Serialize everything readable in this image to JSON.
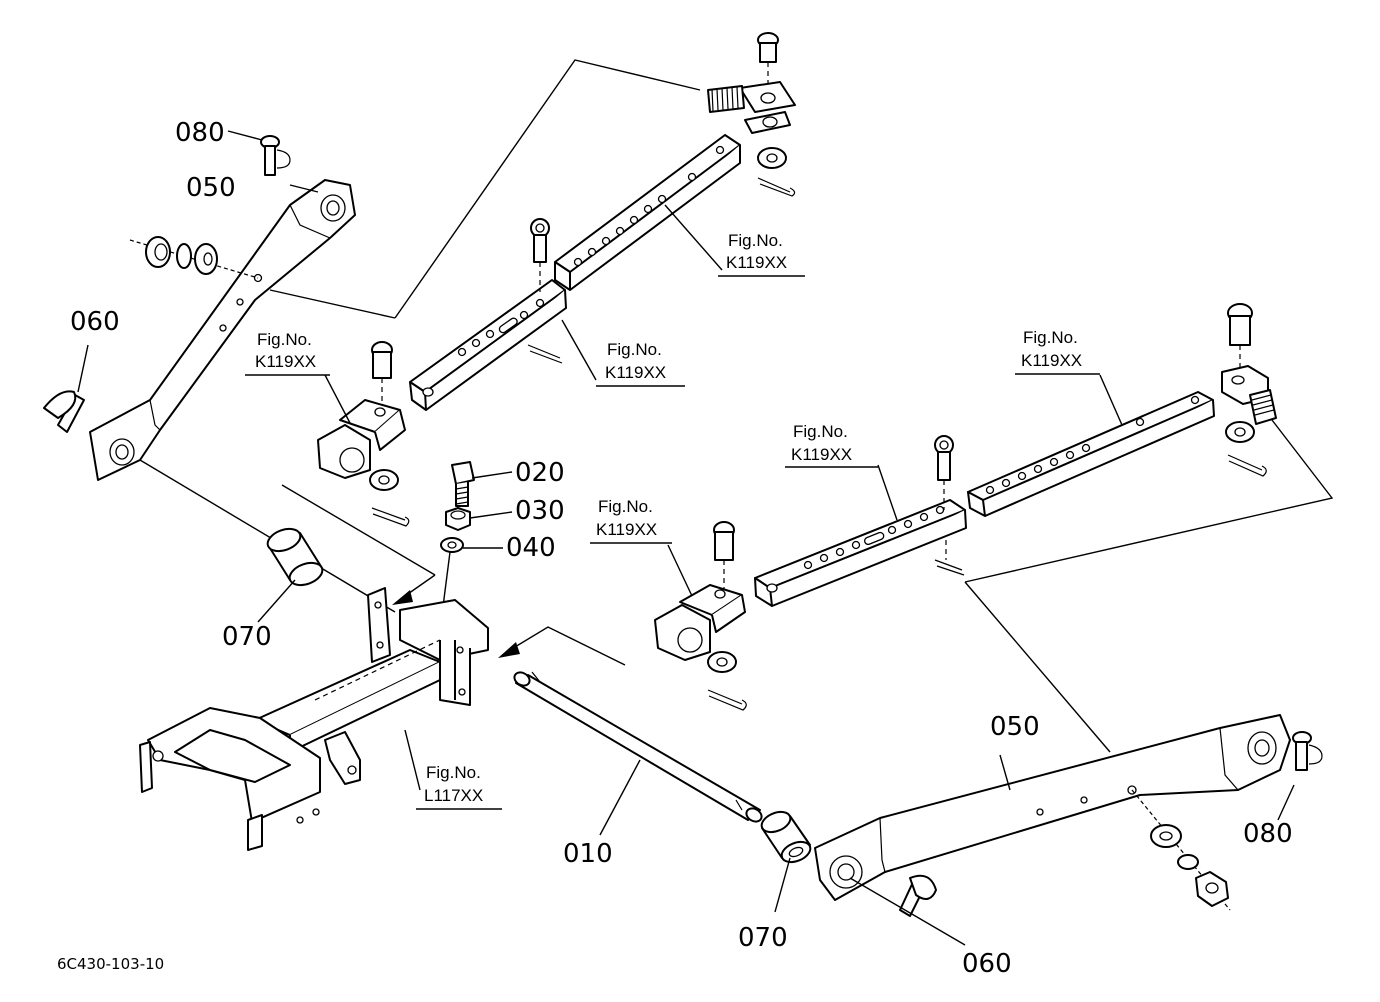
{
  "labels": {
    "p010": "010",
    "p020": "020",
    "p030": "030",
    "p040": "040",
    "p050_top": "050",
    "p050_bottom": "050",
    "p060_left": "060",
    "p060_bottom": "060",
    "p070_left": "070",
    "p070_bottom": "070",
    "p080_top": "080",
    "p080_right": "080"
  },
  "fig_refs": {
    "fig_prefix": "Fig.No.",
    "top_link_upper": "K119XX",
    "top_link_middle": "K119XX",
    "top_link_clevis": "K119XX",
    "right_link_upper": "K119XX",
    "right_link_middle": "K119XX",
    "right_link_clevis": "K119XX",
    "frame": "L117XX"
  },
  "document_id": "6C430-103-10"
}
